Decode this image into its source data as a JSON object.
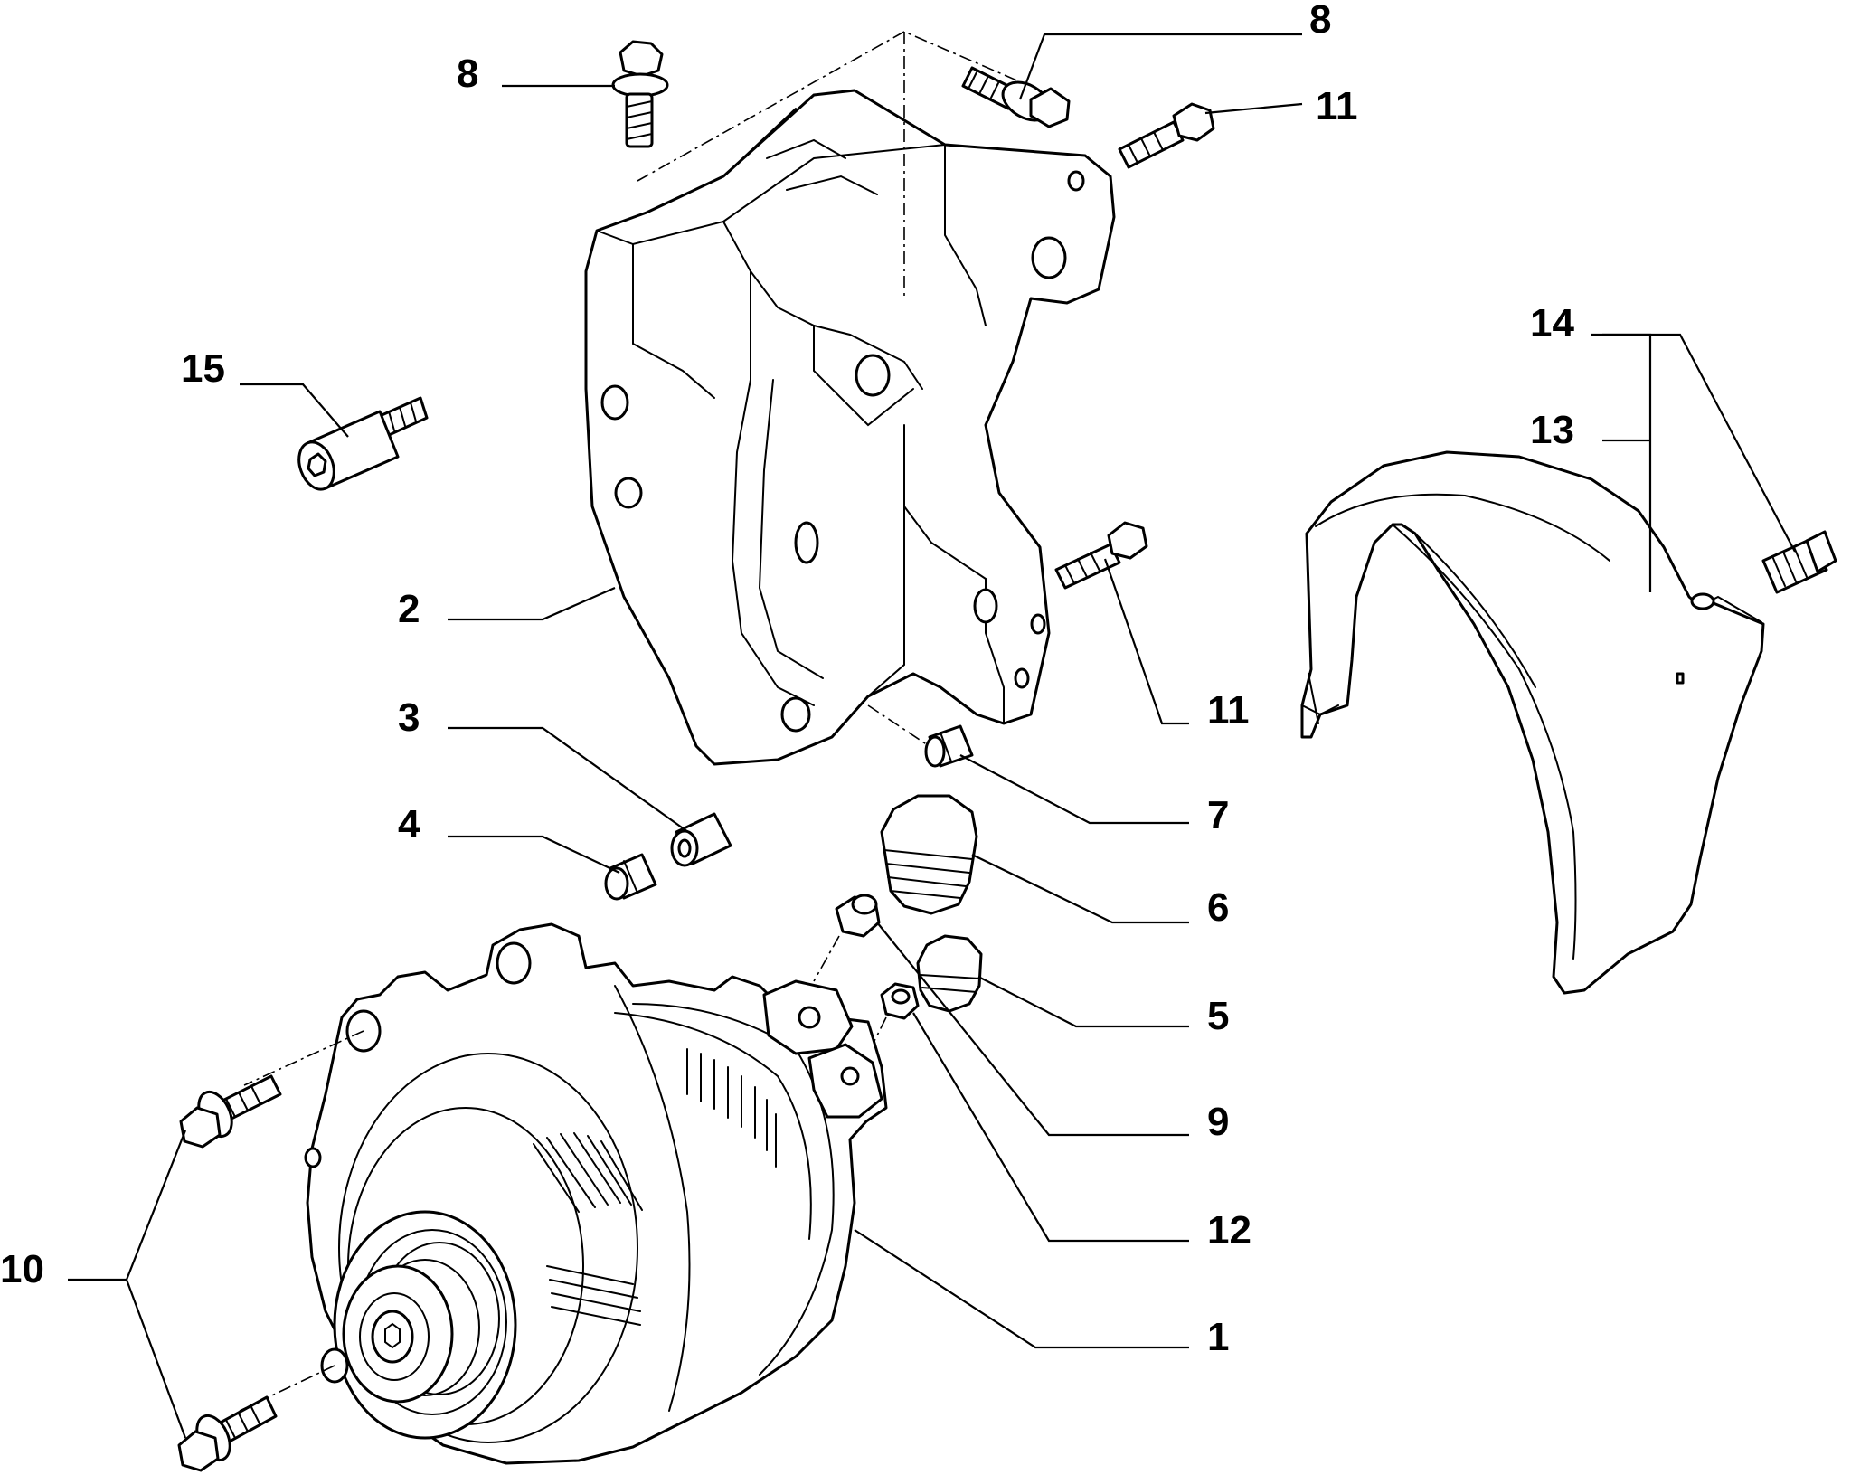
{
  "callouts": {
    "c1": "1",
    "c2": "2",
    "c3": "3",
    "c4": "4",
    "c5": "5",
    "c6": "6",
    "c7": "7",
    "c8a": "8",
    "c8b": "8",
    "c9": "9",
    "c10": "10",
    "c11a": "11",
    "c11b": "11",
    "c12": "12",
    "c13": "13",
    "c14": "14",
    "c15": "15"
  }
}
